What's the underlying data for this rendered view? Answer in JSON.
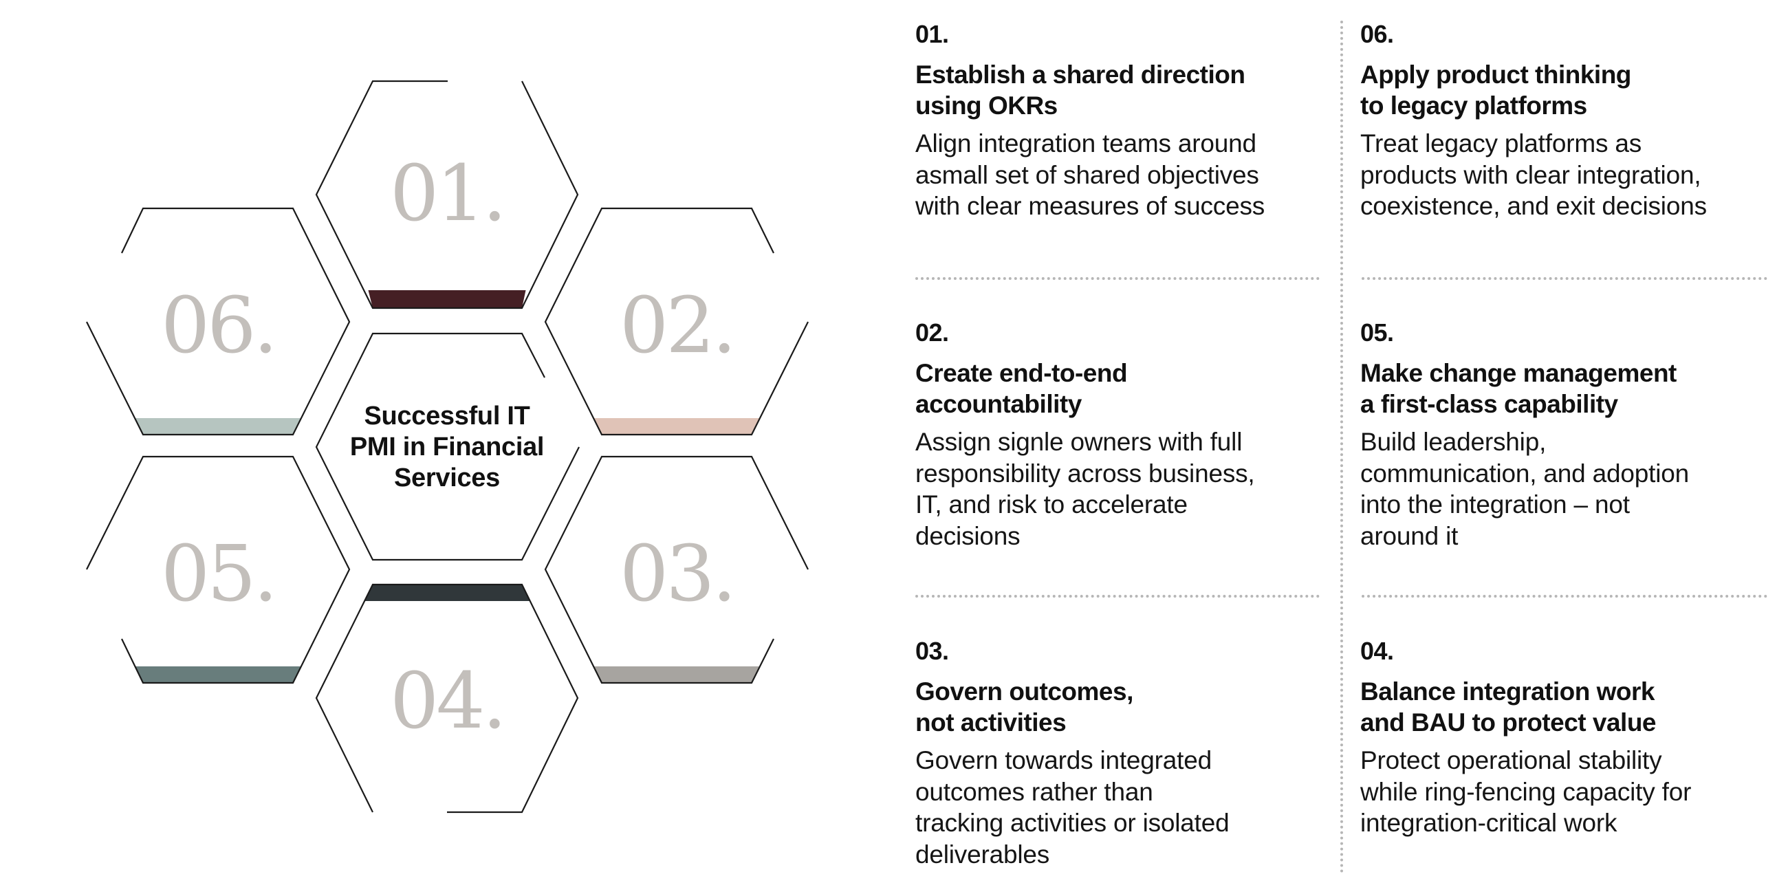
{
  "title": {
    "lines": [
      "Successful IT",
      "PMI in Financial",
      "Services"
    ]
  },
  "colors": {
    "stroke": "#1a1a1a",
    "label": "#c3bfbb",
    "divider": "#b6b6b6",
    "hex01": "#451f24",
    "hex02": "#e0c3b7",
    "hex03": "#a7a4a0",
    "hex04": "#30373a",
    "hex05": "#687d7c",
    "hex06": "#b6c5c0"
  },
  "hexagons": [
    {
      "id": "01",
      "label": "01.",
      "band": "bottom"
    },
    {
      "id": "02",
      "label": "02.",
      "band": "bottom"
    },
    {
      "id": "03",
      "label": "03.",
      "band": "bottom"
    },
    {
      "id": "04",
      "label": "04.",
      "band": "top"
    },
    {
      "id": "05",
      "label": "05.",
      "band": "bottom"
    },
    {
      "id": "06",
      "label": "06.",
      "band": "bottom"
    }
  ],
  "items": [
    {
      "num": "01.",
      "heading": [
        "Establish a shared direction",
        "using OKRs"
      ],
      "body": [
        "Align integration teams around",
        "asmall set of shared objectives",
        "with clear measures of success"
      ]
    },
    {
      "num": "02.",
      "heading": [
        "Create end-to-end",
        "accountability"
      ],
      "body": [
        "Assign signle owners with full",
        "responsibility across business,",
        "IT, and risk to accelerate",
        "decisions"
      ]
    },
    {
      "num": "03.",
      "heading": [
        "Govern outcomes,",
        "not activities"
      ],
      "body": [
        "Govern towards integrated",
        "outcomes rather than",
        "tracking activities or isolated",
        "deliverables"
      ]
    },
    {
      "num": "04.",
      "heading": [
        "Balance integration work",
        "and BAU to protect value"
      ],
      "body": [
        "Protect operational stability",
        "while ring-fencing capacity for",
        "integration-critical work"
      ]
    },
    {
      "num": "05.",
      "heading": [
        "Make change management",
        "a first-class capability"
      ],
      "body": [
        "Build leadership,",
        "communication, and adoption",
        "into the integration – not",
        "around it"
      ]
    },
    {
      "num": "06.",
      "heading": [
        "Apply product thinking",
        "to legacy platforms"
      ],
      "body": [
        "Treat legacy platforms as",
        "products with clear integration,",
        "coexistence, and exit decisions"
      ]
    }
  ]
}
